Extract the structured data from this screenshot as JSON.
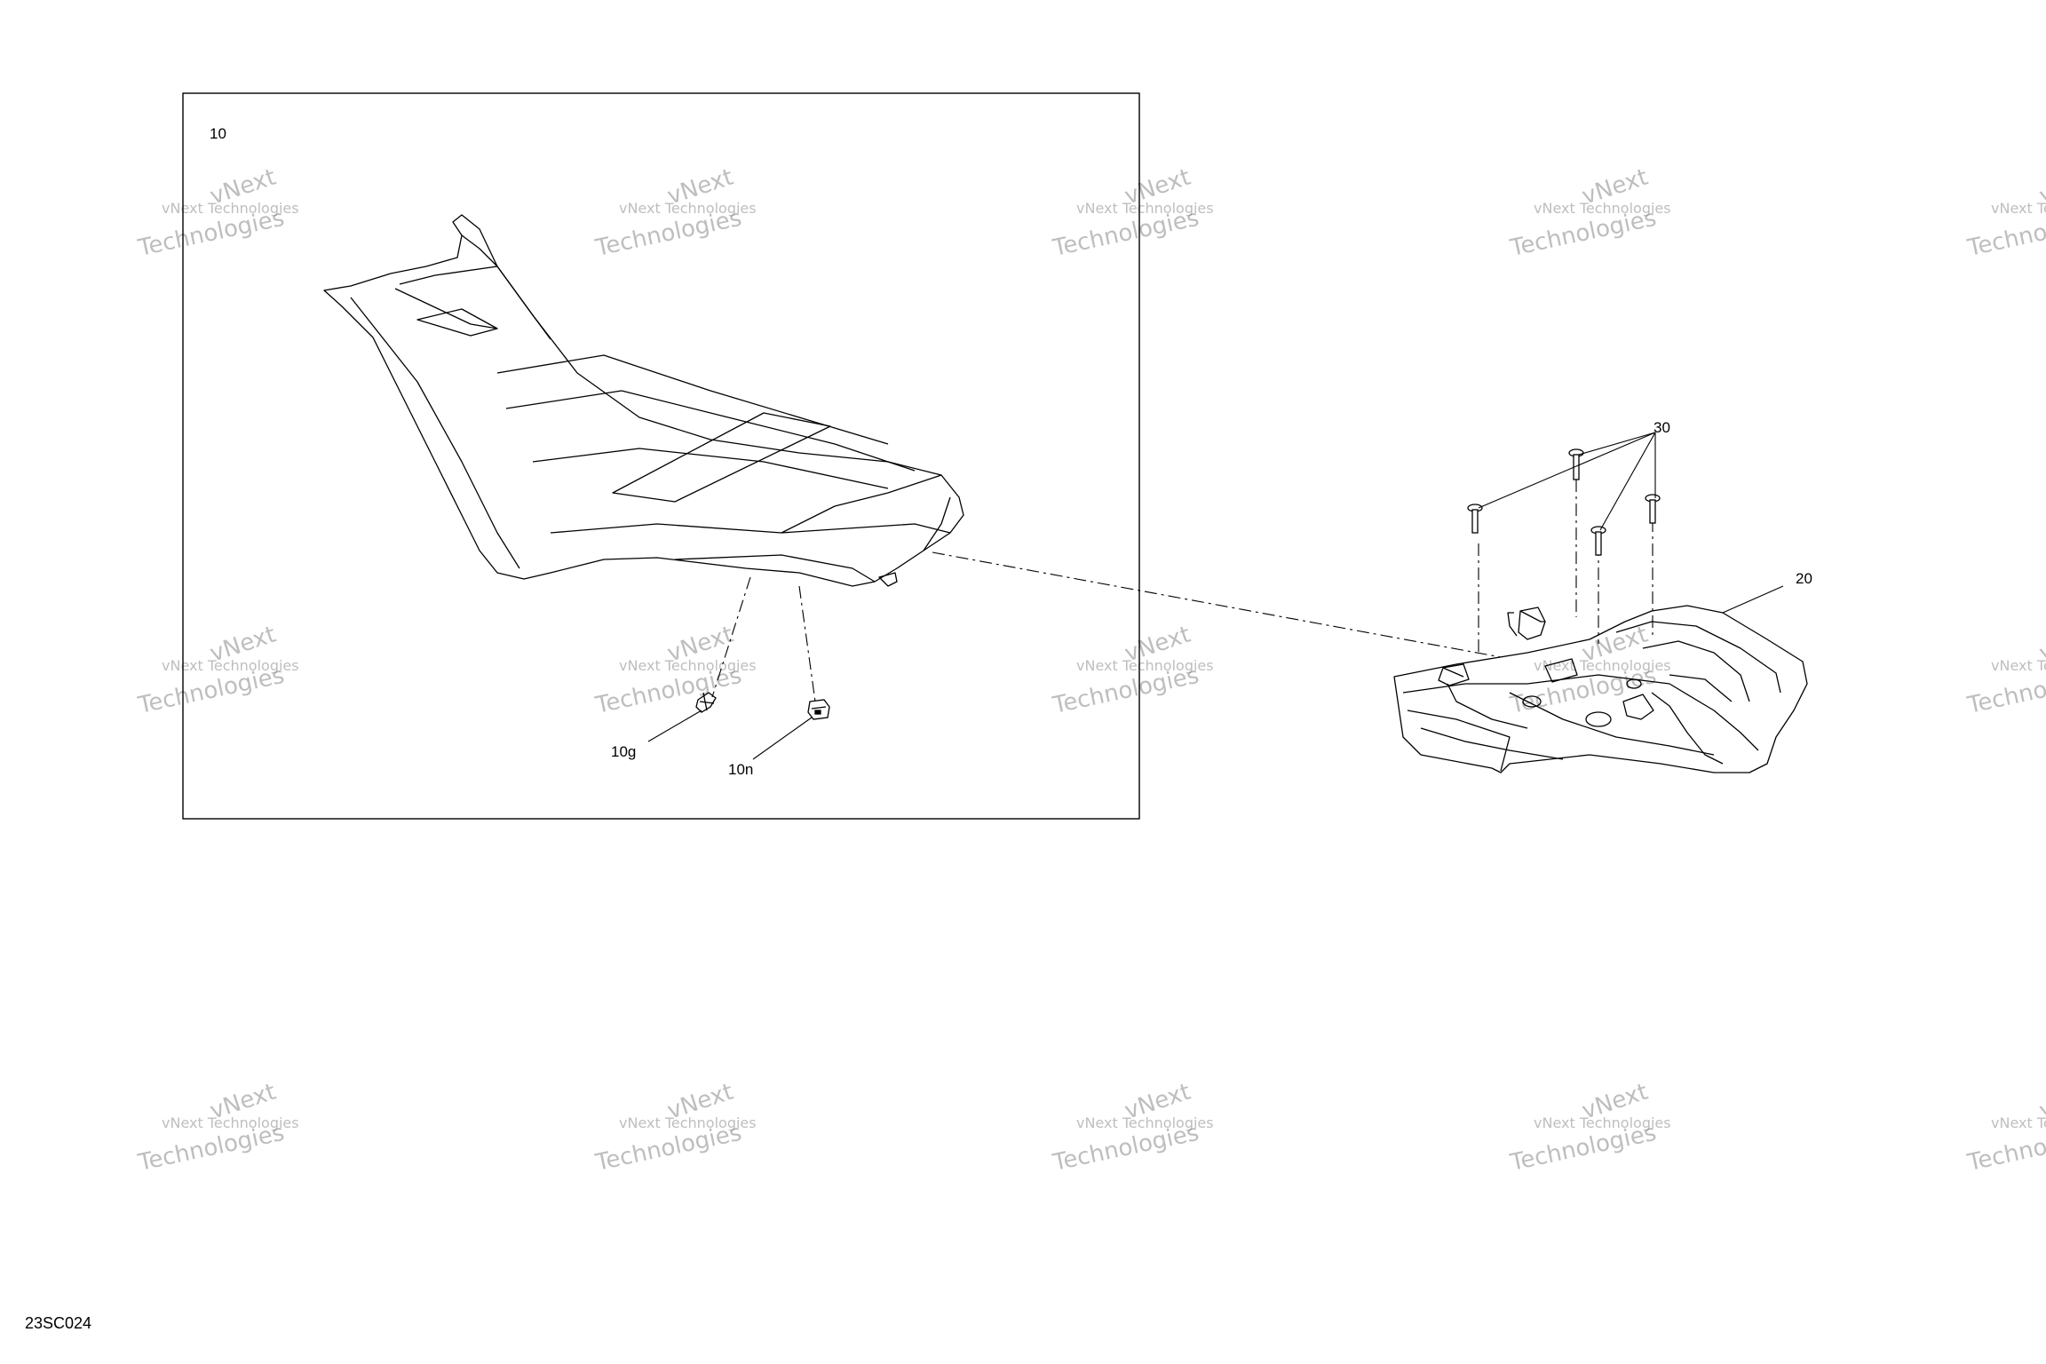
{
  "drawing_code": "23SC024",
  "watermark": {
    "line1": "vNext Technologies",
    "line2": "vNext",
    "line3": "Technologies"
  },
  "callouts": {
    "seat": "10",
    "clip": "10g",
    "nut": "10n",
    "rack": "20",
    "screws": "30"
  },
  "colors": {
    "line": "#000000",
    "watermark": "#8a8a8a"
  }
}
